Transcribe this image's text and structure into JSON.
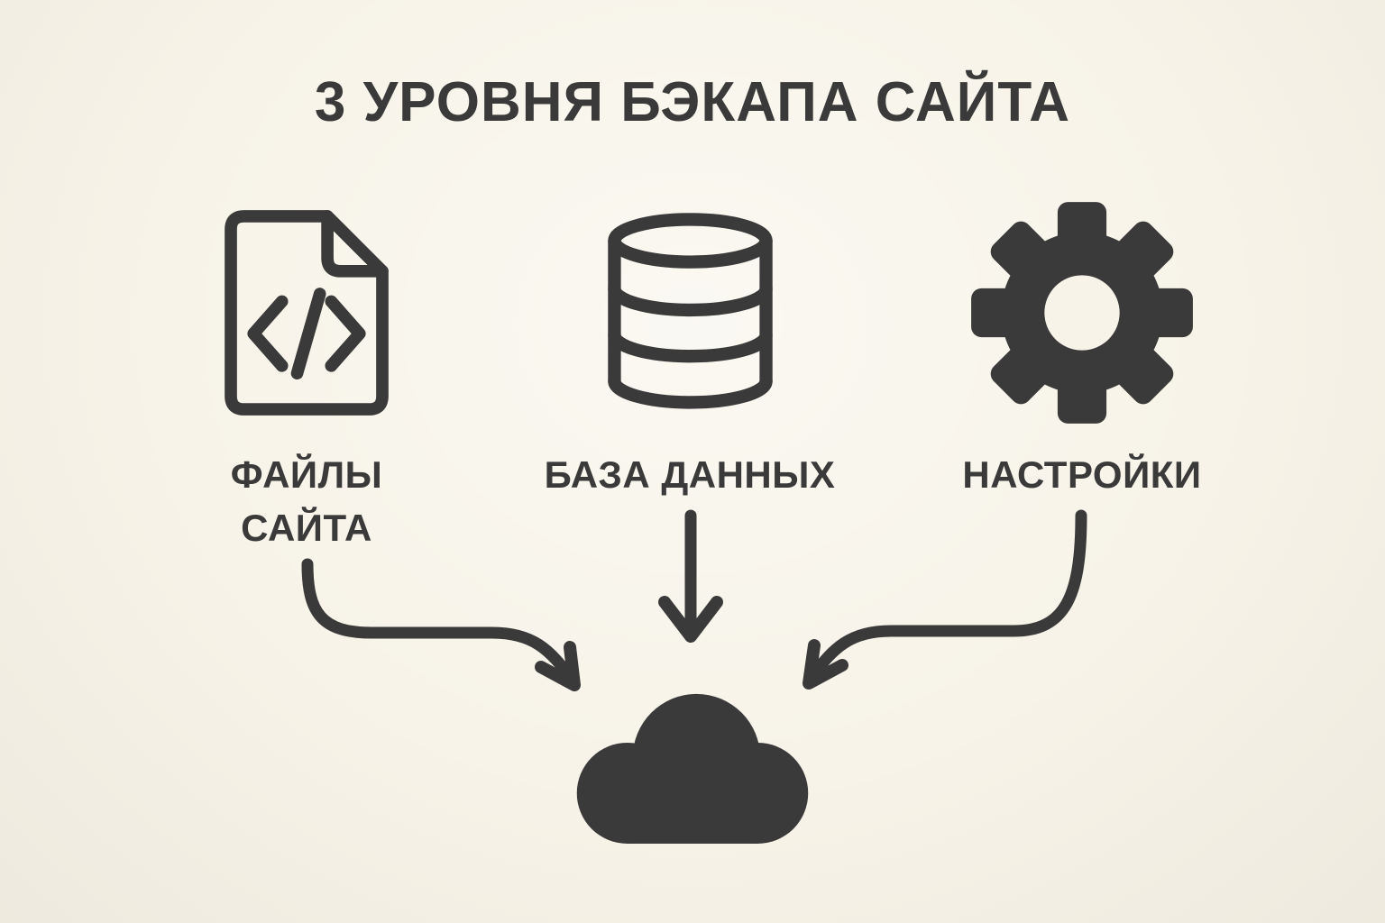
{
  "title": "3 УРОВНЯ БЭКАПА САЙТА",
  "sources": [
    {
      "label": "ФАЙЛЫ САЙТА",
      "icon": "code-file-icon"
    },
    {
      "label": "БАЗА ДАННЫХ",
      "icon": "database-icon"
    },
    {
      "label": "НАСТРОЙКИ",
      "icon": "gear-icon"
    }
  ],
  "destination": {
    "icon": "cloud-icon"
  },
  "flows": [
    {
      "from": "ФАЙЛЫ САЙТА",
      "to": "cloud"
    },
    {
      "from": "БАЗА ДАННЫХ",
      "to": "cloud"
    },
    {
      "from": "НАСТРОЙКИ",
      "to": "cloud"
    }
  ],
  "colors": {
    "background": "#f7f3e8",
    "ink": "#3a3a3a"
  }
}
